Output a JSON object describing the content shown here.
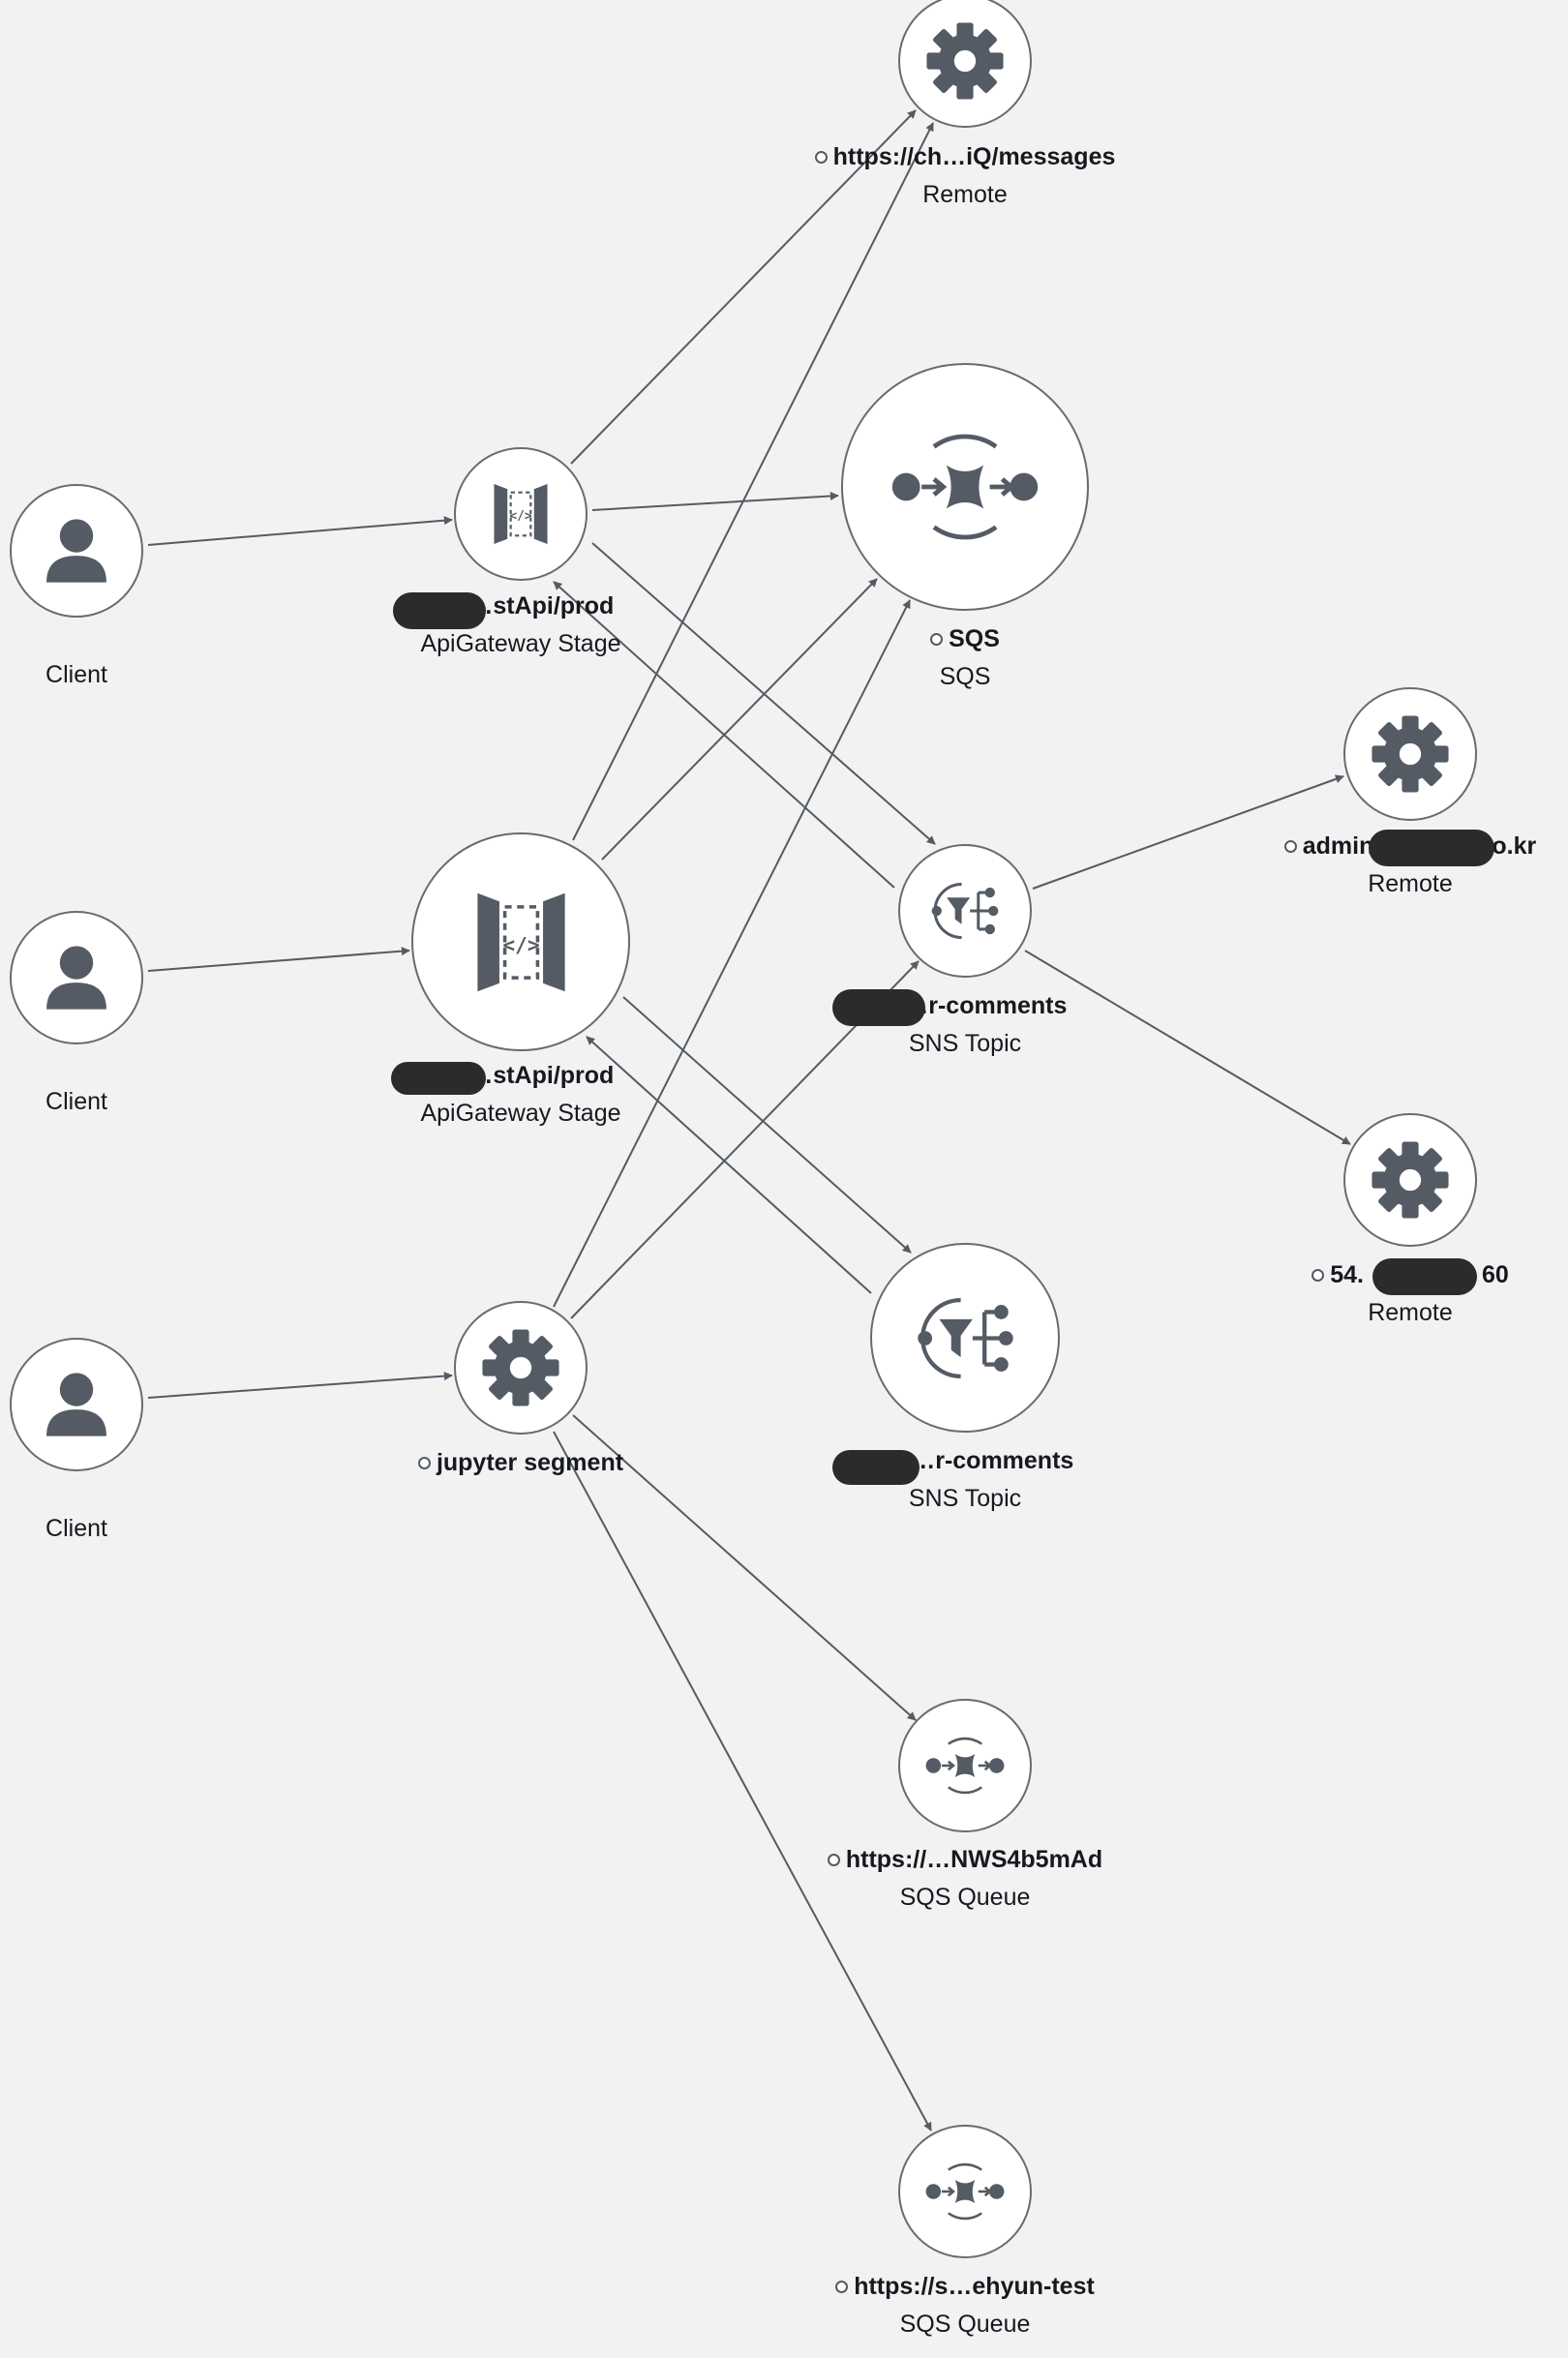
{
  "map": {
    "nodes": [
      {
        "id": "remote_msg",
        "label": "https://ch…iQ/messages",
        "type": "Remote",
        "icon": "gear-icon",
        "shape": "gear"
      },
      {
        "id": "sqs",
        "label": "SQS",
        "type": "SQS",
        "icon": "sqs-icon",
        "shape": "sqs"
      },
      {
        "id": "client1",
        "label": "",
        "type": "Client",
        "icon": "user-icon",
        "shape": "user"
      },
      {
        "id": "apigw1",
        "label": "er…stApi/prod",
        "type": "ApiGateway Stage",
        "icon": "api-gateway-icon",
        "shape": "apigw"
      },
      {
        "id": "remote_admin",
        "label": "admin",
        "label_tail": "o.kr",
        "type": "Remote",
        "icon": "gear-icon",
        "shape": "gear"
      },
      {
        "id": "sns1",
        "label": "er…r-comments",
        "type": "SNS Topic",
        "icon": "sns-icon",
        "shape": "sns"
      },
      {
        "id": "client2",
        "label": "",
        "type": "Client",
        "icon": "user-icon",
        "shape": "user"
      },
      {
        "id": "apigw2",
        "label": "er…stApi/prod",
        "type": "ApiGateway Stage",
        "icon": "api-gateway-icon",
        "shape": "apigw"
      },
      {
        "id": "remote_ip",
        "label": "54.",
        "label_tail": "60",
        "type": "Remote",
        "icon": "gear-icon",
        "shape": "gear"
      },
      {
        "id": "client3",
        "label": "",
        "type": "Client",
        "icon": "user-icon",
        "shape": "user"
      },
      {
        "id": "jupyter",
        "label": "jupyter segment",
        "type": "",
        "icon": "gear-icon",
        "shape": "gear"
      },
      {
        "id": "sns2",
        "label": "ser…r-comments",
        "type": "SNS Topic",
        "icon": "sns-icon",
        "shape": "sns"
      },
      {
        "id": "sqsq1",
        "label": "https://…NWS4b5mAd",
        "type": "SQS Queue",
        "icon": "sqs-icon",
        "shape": "sqs"
      },
      {
        "id": "sqsq2",
        "label": "https://s…ehyun-test",
        "type": "SQS Queue",
        "icon": "sqs-icon",
        "shape": "sqs"
      }
    ],
    "edges": [
      {
        "from": "client1",
        "to": "apigw1"
      },
      {
        "from": "client2",
        "to": "apigw2"
      },
      {
        "from": "client3",
        "to": "jupyter"
      },
      {
        "from": "apigw1",
        "to": "remote_msg"
      },
      {
        "from": "apigw1",
        "to": "sqs"
      },
      {
        "from": "apigw1",
        "to": "sns1"
      },
      {
        "from": "sns1",
        "to": "apigw1"
      },
      {
        "from": "apigw2",
        "to": "remote_msg"
      },
      {
        "from": "apigw2",
        "to": "sqs"
      },
      {
        "from": "apigw2",
        "to": "sns2"
      },
      {
        "from": "sns2",
        "to": "apigw2"
      },
      {
        "from": "jupyter",
        "to": "sqs"
      },
      {
        "from": "jupyter",
        "to": "sns1"
      },
      {
        "from": "jupyter",
        "to": "sqsq1"
      },
      {
        "from": "jupyter",
        "to": "sqsq2"
      },
      {
        "from": "sns1",
        "to": "remote_admin"
      },
      {
        "from": "sns1",
        "to": "remote_ip"
      }
    ]
  },
  "colors": {
    "background": "#f2f2f2",
    "node_fill": "#ffffff",
    "node_border": "#6b6b6b",
    "icon": "#545b64",
    "edge": "#545b64",
    "text": "#16191f"
  }
}
